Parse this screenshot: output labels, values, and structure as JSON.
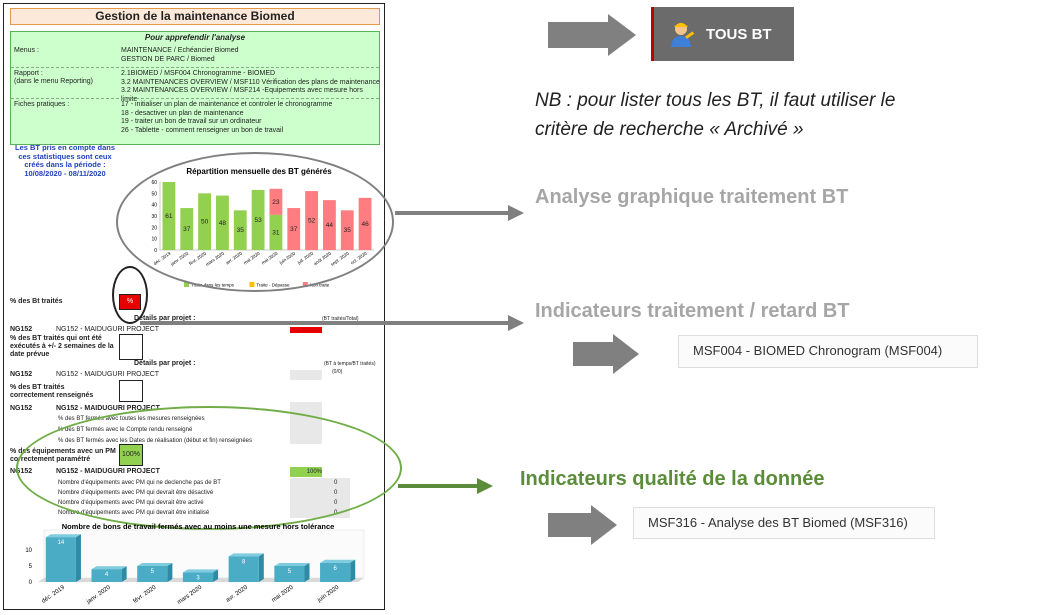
{
  "doc": {
    "title": "Gestion de la maintenance Biomed",
    "guide_title": "Pour apprefendir l'analyse",
    "menus_label": "Menus :",
    "menus_lines": [
      "MAINTENANCE / Echéancier Biomed",
      "GESTION DE PARC / Biomed"
    ],
    "rapport_label": "Rapport :",
    "rapport_sub": "(dans le menu Reporting)",
    "rapport_lines": [
      "2.1BIOMED / MSF004 Chronogramme - BIOMED",
      "3.2 MAINTENANCES OVERVIEW / MSF110 Vérification des plans de maintenance",
      "3.2 MAINTENANCES OVERVIEW / MSF214 -Equipements avec mesure hors limite"
    ],
    "fiches_label": "Fiches pratiques :",
    "fiches_lines": [
      "17 - initialiser un plan de maintenance et controler le chronogramme",
      "18 - desactiver un plan de maintenance",
      "19 - traiter un bon de travail sur un ordinateur",
      "26 - Tablette - comment renseigner un bon de travail"
    ],
    "stat_note": "Les BT pris en compte dans ces statistiques sont ceux créés dans la période :",
    "stat_period": "10/08/2020 - 08/11/2020",
    "pct_bt_traites": "% des Bt traités",
    "pct_symbol": "%",
    "details_par_projet": "Détails par projet :",
    "details_par_projet_2": "Détails par projet :",
    "bt_note_1": "(BT traités/Total)",
    "bt_note_2": "(BT à temps/BT traités)",
    "bt_note_2b": "(0/0)",
    "code": "NG152",
    "project_name": "NG152 - MAIDUGURI PROJECT",
    "project_name_bold": "NG152 - MAIDUGURI PROJECT",
    "pct_temps": "% des BT traités qui ont été exécutés à +/- 2 semaines de la date prévue",
    "pct_renseignes": "% des BT traités correctement renseignés",
    "renseignes_lines": [
      "% des BT fermés avec toutes les mesures renseignées",
      "% des BT fermés avec le Compte rendu renseigné",
      "% des BT fermés avec les Dates de réalisation (début et fin) renseignées"
    ],
    "pct_pm": "% des équipements avec un PM correctement paramétré",
    "pm_value": "100%",
    "pm_project_value": "100%",
    "pm_lines": [
      {
        "label": "Nombre d'équipements avec PM qui ne declenche pas de BT",
        "value": "0"
      },
      {
        "label": "Nombre d'équipements avec PM qui devrait être désactivé",
        "value": "0"
      },
      {
        "label": "Nombre d'équipements avec PM qui devrait être activé",
        "value": "0"
      },
      {
        "label": "Nombre d'équipements avec PM qui devrait être initialisé",
        "value": "0"
      }
    ]
  },
  "chart_data": [
    {
      "type": "bar",
      "title": "Répartition mensuelle des BT générés",
      "categories": [
        "déc. 2019",
        "janv. 2020",
        "févr. 2020",
        "mars 2020",
        "avr. 2020",
        "mai 2020",
        "mai 2020",
        "juin 2020",
        "juil. 2020",
        "août 2020",
        "sept. 2020",
        "oct. 2020"
      ],
      "ylim": [
        0,
        60
      ],
      "yticks": [
        0,
        10,
        20,
        30,
        40,
        50,
        60
      ],
      "series": [
        {
          "name": "Traite dans les temps",
          "color": "#92d050",
          "values": [
            61,
            37,
            50,
            48,
            35,
            53,
            31,
            0,
            0,
            0,
            0,
            0
          ]
        },
        {
          "name": "Traite - Dépasse",
          "color": "#ffc000",
          "values": [
            3,
            0,
            0,
            0,
            0,
            0,
            0,
            0,
            0,
            0,
            0,
            0
          ]
        },
        {
          "name": "Non traite",
          "color": "#ff7c80",
          "values": [
            0,
            0,
            0,
            0,
            0,
            0,
            23,
            37,
            52,
            44,
            35,
            46
          ]
        }
      ],
      "data_labels": [
        "61",
        "37",
        "50",
        "48",
        "35",
        "53",
        "31",
        "23",
        "37",
        "52",
        "44",
        "35",
        "46"
      ]
    },
    {
      "type": "bar",
      "title": "Nombre de bons de travail fermés avec au moins une mesure hors tolérance",
      "categories": [
        "déc. 2019",
        "janv. 2020",
        "févr. 2020",
        "mars 2020",
        "avr. 2020",
        "mai 2020",
        "juin 2020"
      ],
      "values": [
        14,
        4,
        5,
        3,
        8,
        5,
        6
      ],
      "yticks": [
        0,
        5,
        10
      ],
      "ylim": [
        0,
        15
      ],
      "color": "#4bacc6"
    }
  ],
  "right": {
    "tous_bt_label": "TOUS BT",
    "nb_line1": "NB : pour lister tous les BT, il faut utiliser le",
    "nb_line2": "critère de recherche « Archivé »",
    "analyse_graphique": "Analyse graphique traitement BT",
    "indicateurs_traitement": "Indicateurs traitement / retard BT",
    "msf004": "MSF004 - BIOMED Chronogram (MSF004)",
    "indicateurs_qualite": "Indicateurs qualité de la donnée",
    "msf316": "MSF316 - Analyse des BT Biomed (MSF316)"
  },
  "colors": {
    "arrow": "#808080",
    "green_text": "#5b8c3a",
    "grey_text": "#a6a6a6",
    "tous_bt_bg": "#6b6b6b",
    "ellipse_green": "#70ad47",
    "ellipse_grey": "#808080"
  }
}
